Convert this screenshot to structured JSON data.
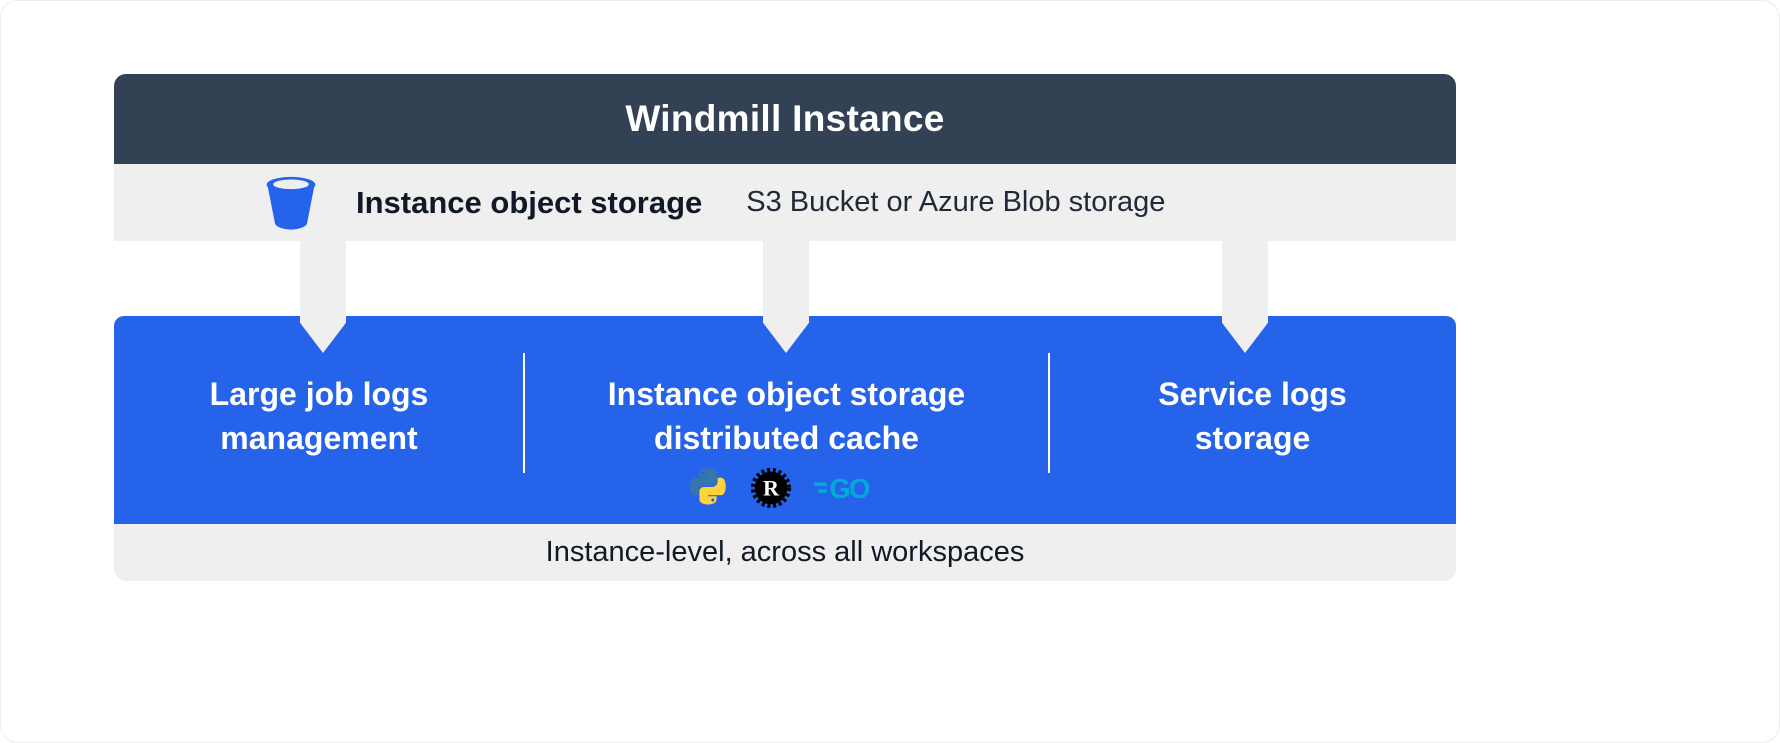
{
  "header": {
    "title": "Windmill Instance"
  },
  "storage_bar": {
    "icon": "bucket-icon",
    "title": "Instance object storage",
    "subtitle": "S3 Bucket or Azure Blob storage"
  },
  "panel": {
    "sections": [
      {
        "lines": [
          "Large job logs",
          "management"
        ]
      },
      {
        "lines": [
          "Instance object storage",
          "distributed cache"
        ],
        "icons": [
          "python-icon",
          "rust-icon",
          "go-icon"
        ]
      },
      {
        "lines": [
          "Service logs",
          "storage"
        ]
      }
    ]
  },
  "footer": {
    "label": "Instance-level, across all workspaces"
  },
  "colors": {
    "header_bg": "#334155",
    "band_bg": "#EFEFEF",
    "panel_bg": "#2563EB",
    "bucket_blue": "#2563EB",
    "python_blue": "#3776AB",
    "python_yellow": "#FFD43B",
    "rust_black": "#000000",
    "go_cyan": "#00ACD7",
    "text_dark": "#111827",
    "text_light": "#FFFFFF"
  }
}
